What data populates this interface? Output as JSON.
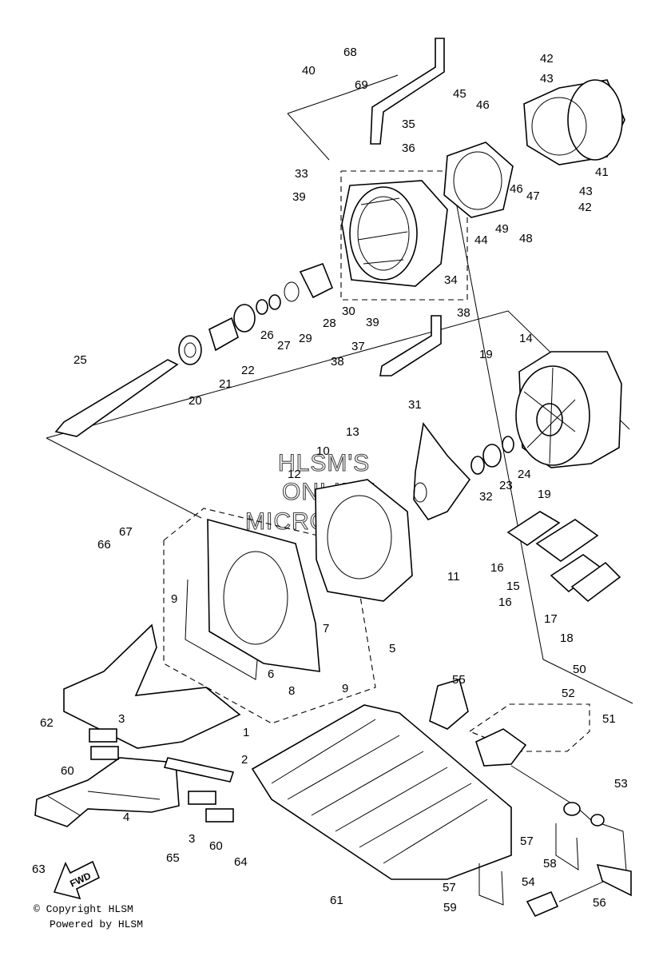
{
  "watermark": [
    "HLSM'S",
    "ONLINE",
    "MICROFICHE"
  ],
  "fwd_label": "FWD",
  "copyright": "© Copyright HLSM",
  "powered_by": "Powered by HLSM",
  "callouts": [
    "68",
    "40",
    "69",
    "42",
    "43",
    "35",
    "45",
    "46",
    "36",
    "33",
    "39",
    "41",
    "46",
    "47",
    "43",
    "42",
    "49",
    "48",
    "44",
    "34",
    "30",
    "28",
    "39",
    "38",
    "29",
    "27",
    "25",
    "26",
    "22",
    "21",
    "20",
    "37",
    "38",
    "19",
    "14",
    "31",
    "13",
    "10",
    "12",
    "24",
    "23",
    "32",
    "19",
    "67",
    "66",
    "11",
    "9",
    "16",
    "15",
    "16",
    "17",
    "7",
    "18",
    "5",
    "6",
    "9",
    "8",
    "50",
    "55",
    "52",
    "62",
    "3",
    "51",
    "1",
    "60",
    "2",
    "53",
    "4",
    "3",
    "60",
    "65",
    "63",
    "64",
    "57",
    "58",
    "54",
    "57",
    "61",
    "59",
    "56"
  ]
}
